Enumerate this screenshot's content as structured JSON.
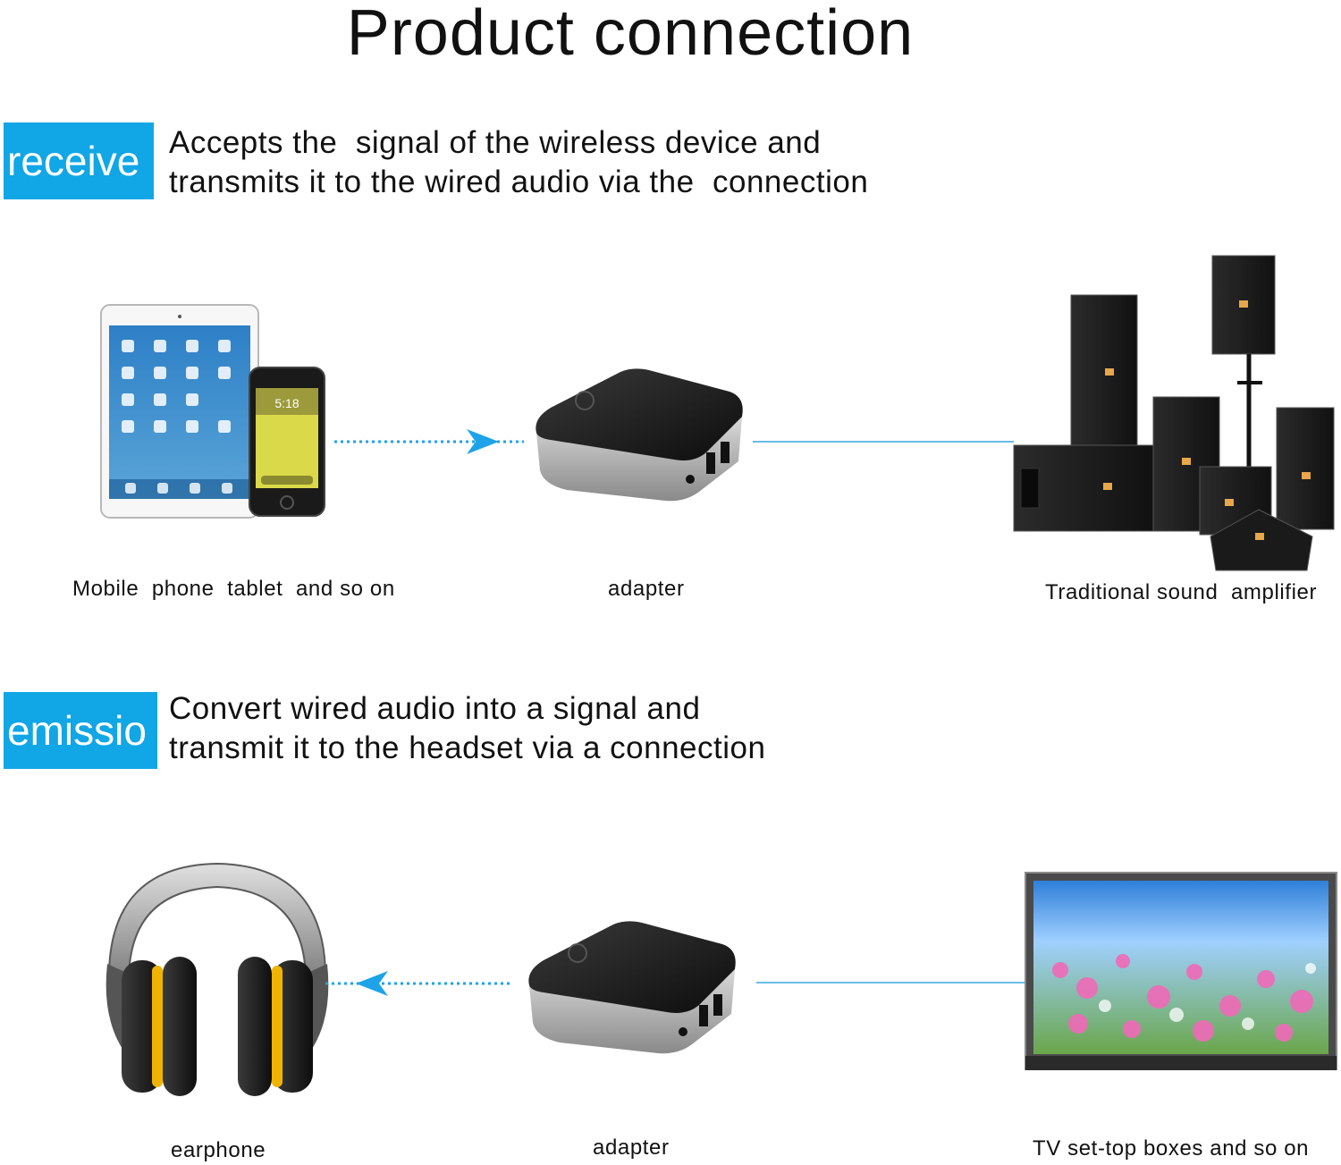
{
  "title": "Product connection",
  "colors": {
    "accent": "#11a6e6",
    "text": "#111111",
    "line": "#69bde6"
  },
  "receive": {
    "badge": "receive",
    "description_line1": "Accepts the  signal of the wireless device and",
    "description_line2": "transmits it to the wired audio via the  connection",
    "labels": {
      "source": "Mobile  phone  tablet  and so on",
      "adapter": "adapter",
      "destination": "Traditional sound  amplifier"
    },
    "icons": [
      "tablet-icon",
      "phone-icon",
      "adapter-icon",
      "speakers-icon"
    ]
  },
  "emission": {
    "badge": "emissio",
    "description_line1": "Convert wired audio into a signal and",
    "description_line2": "transmit it to the headset via a connection",
    "labels": {
      "destination": "earphone",
      "adapter": "adapter",
      "source": "TV set-top boxes and so on"
    },
    "icons": [
      "headphones-icon",
      "adapter-icon",
      "tv-icon"
    ]
  }
}
